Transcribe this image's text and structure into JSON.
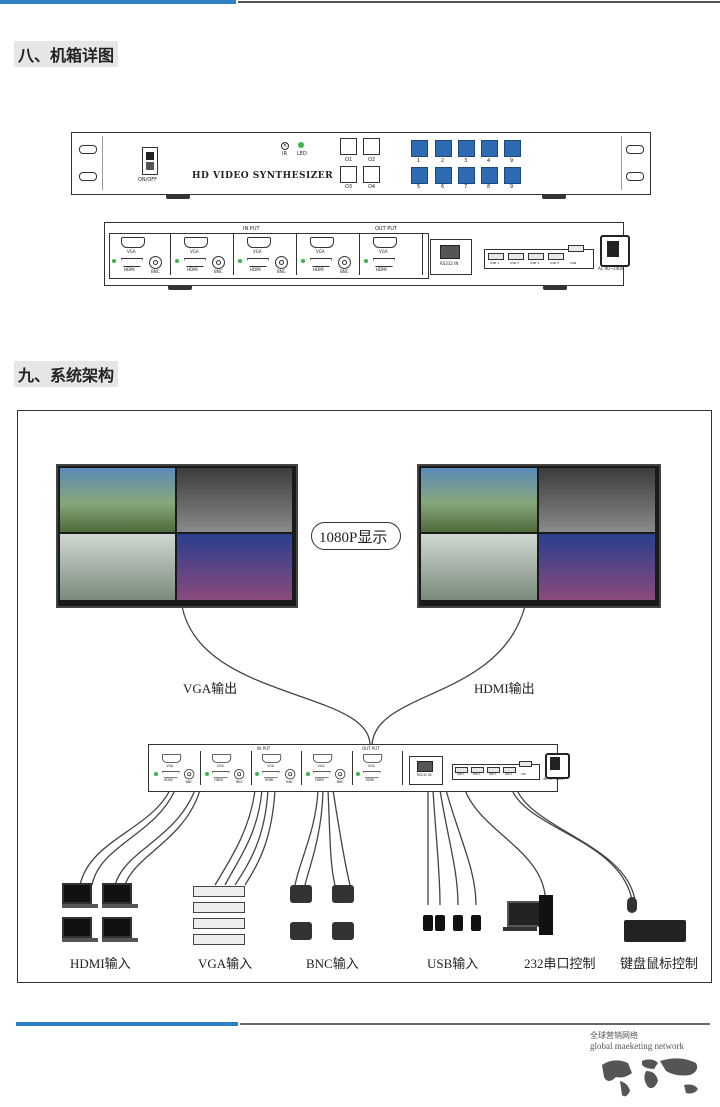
{
  "section8": {
    "heading": "八、机箱详图"
  },
  "section9": {
    "heading": "九、系统架构"
  },
  "front_panel": {
    "led_labels": [
      "IR",
      "LED"
    ],
    "power_label": "ON/OFF",
    "brand": "HD VIDEO SYNTHESIZER",
    "output_buttons": [
      "O1",
      "O2",
      "O3",
      "O4"
    ],
    "input_buttons": [
      "1",
      "2",
      "3",
      "4",
      "9",
      "5",
      "6",
      "7",
      "8",
      "9"
    ]
  },
  "rear_panel": {
    "input_title": "IN PUT",
    "output_title": "OUT PUT",
    "vga_label": "VGA",
    "hdmi_label": "HDMI",
    "bnc_label": "BNC",
    "led_label": "LED",
    "rs232_label": "RS232 IN",
    "usb_labels": [
      "USB 1",
      "USB 2",
      "USB 3",
      "USB 4"
    ],
    "usb_extra": "USB",
    "power_label": "AC 90~240V"
  },
  "diagram": {
    "center_label": "1080P显示",
    "vga_output": "VGA输出",
    "hdmi_output": "HDMI输出",
    "devices": [
      "HDMI输入",
      "VGA输入",
      "BNC输入",
      "USB输入",
      "232串口控制",
      "键盘鼠标控制"
    ]
  },
  "footer": {
    "cn": "全球营销网络",
    "en": "global maeketing network"
  }
}
